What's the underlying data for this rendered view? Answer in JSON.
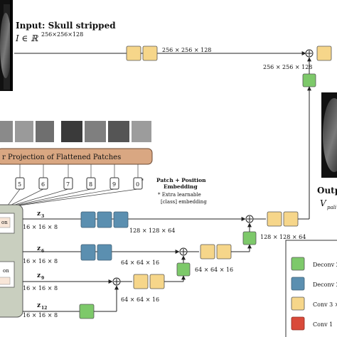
{
  "input": {
    "title": "Input: Skull stripped",
    "symbol": "I ∈ ℝ",
    "dims": "256×256×128"
  },
  "dims": {
    "top_arrow": "256 × 256 × 128",
    "top_right": "256 × 256 × 128",
    "row1": "128 × 128 × 64",
    "row1_right": "128 × 128 × 64",
    "row2": "64 × 64 × 16",
    "row2_right": "64 × 64 × 16",
    "row3": "64 × 64 × 16",
    "z3": "16 × 16 × 8",
    "z6": "16 × 16 × 8",
    "z9": "16 × 16 × 8",
    "z12": "16 × 16 × 8"
  },
  "z_labels": {
    "z3": "z",
    "z3_sub": "3",
    "z6": "z",
    "z6_sub": "6",
    "z9": "z",
    "z9_sub": "9",
    "z12": "z",
    "z12_sub": "12"
  },
  "projection": {
    "label": "r Projection of Flattened Patches"
  },
  "tokens": [
    "5",
    "6",
    "7",
    "8",
    "9",
    "0",
    "*"
  ],
  "embedding": {
    "title_line1": "Patch + Position",
    "title_line2": "Embedding",
    "note_line1": "* Extra learnable",
    "note_line2": "[class] embedding"
  },
  "encoder": {
    "label_top": "on",
    "label_mid": "on"
  },
  "output": {
    "label": "Outp",
    "symbol": "V",
    "symbol_sub": "pali"
  },
  "legend": {
    "items": [
      {
        "label": "Deconv 2",
        "color": "#7dc96a"
      },
      {
        "label": "Deconv 2",
        "color": "#5b8fb0"
      },
      {
        "label": "Conv 3 ×",
        "color": "#f6d68a"
      },
      {
        "label": "Conv 1",
        "color": "#d94a3a"
      }
    ]
  },
  "colors": {
    "green": "#7dc96a",
    "blue": "#5b8fb0",
    "yellow": "#f6d68a",
    "red": "#d94a3a",
    "projection": "#d9a782",
    "encoder": "#c9cfbf"
  }
}
